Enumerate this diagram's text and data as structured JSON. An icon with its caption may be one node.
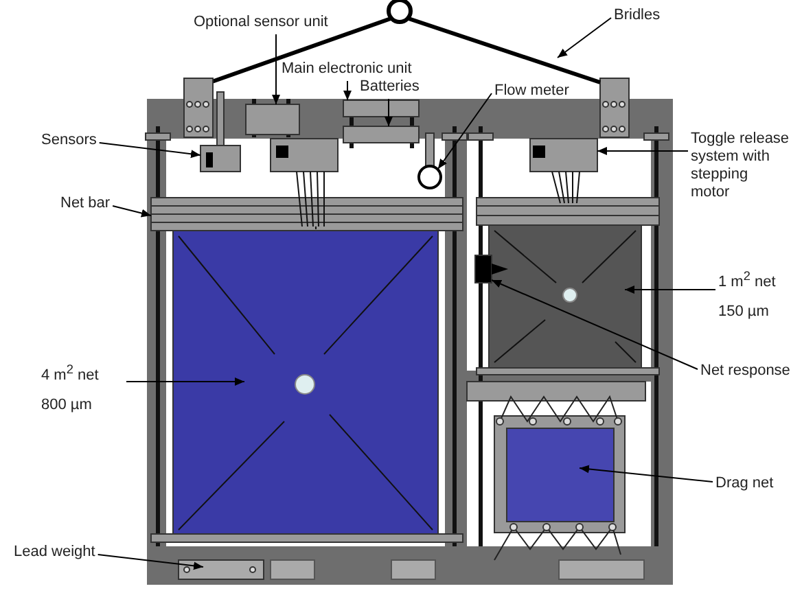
{
  "diagram": {
    "nodes": [
      {
        "text": [
          "Optional sensor unit"
        ]
      },
      {
        "text": [],
        "shape": "box"
      },
      {
        "text": [
          "Main electronic unit"
        ]
      },
      {
        "text": [],
        "shape": "box"
      },
      {
        "text": [
          "Batteries"
        ]
      },
      {
        "text": [],
        "shape": "box"
      },
      {
        "text": [
          "Flow meter"
        ]
      },
      {
        "text": [],
        "shape": "circle"
      },
      {
        "text": [
          "Bridles"
        ]
      },
      {
        "text": [],
        "shape": "line"
      },
      {
        "text": [
          "Sensors"
        ]
      },
      {
        "text": [],
        "shape": "box"
      },
      {
        "text": [
          "Toggle release system with stepping motor"
        ]
      },
      {
        "text": [],
        "shape": "box"
      },
      {
        "text": [
          "Net bar"
        ]
      },
      {
        "text": [],
        "shape": "bar"
      },
      {
        "text": [
          "1 m$^{2}$ net",
          "150 µm"
        ]
      },
      {
        "text": [],
        "shape": "box"
      },
      {
        "text": [
          "Net response"
        ]
      },
      {
        "text": [],
        "shape": "box"
      },
      {
        "text": [
          "4 m$^{2}$ net",
          "800 µm"
        ]
      },
      {
        "text": [],
        "shape": "box"
      },
      {
        "text": [
          "Drag net"
        ]
      },
      {
        "text": [],
        "shape": "box"
      },
      {
        "text": [
          "Lead weight"
        ]
      },
      {
        "text": [],
        "shape": "bar"
      }
    ],
    "edges": [
      {
        "from": 0,
        "to": 1,
        "arrow": "to"
      },
      {
        "from": 2,
        "to": 3,
        "arrow": "to"
      },
      {
        "from": 4,
        "to": 5,
        "arrow": "to"
      },
      {
        "from": 6,
        "to": 7,
        "arrow": "to"
      },
      {
        "from": 8,
        "to": 9,
        "arrow": "to"
      },
      {
        "from": 10,
        "to": 11,
        "arrow": "to"
      },
      {
        "from": 12,
        "to": 13,
        "arrow": "to"
      },
      {
        "from": 14,
        "to": 15,
        "arrow": "to"
      },
      {
        "from": 16,
        "to": 17,
        "arrow": "to"
      },
      {
        "from": 18,
        "to": 19,
        "arrow": "to"
      },
      {
        "from": 20,
        "to": 21,
        "arrow": "to"
      },
      {
        "from": 22,
        "to": 23,
        "arrow": "to"
      },
      {
        "from": 24,
        "to": 25,
        "arrow": "to"
      }
    ]
  }
}
